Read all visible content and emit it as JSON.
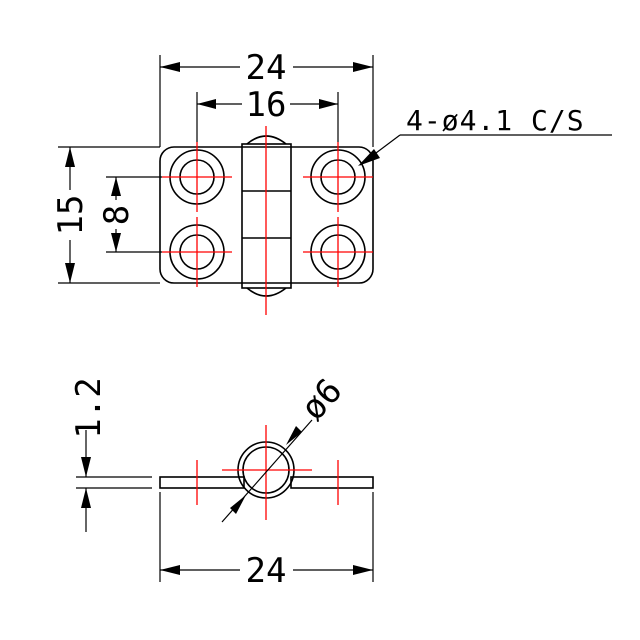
{
  "top_view": {
    "overall_width": "24",
    "hole_spacing_x": "16",
    "overall_height": "15",
    "hole_spacing_y": "8",
    "hole_callout": "4-ø4.1 C/S"
  },
  "side_view": {
    "thickness": "1.2",
    "knuckle_diameter": "ø6",
    "overall_width": "24"
  },
  "colors": {
    "outline": "#000000",
    "centerline": "#ff0000",
    "background": "#ffffff"
  }
}
